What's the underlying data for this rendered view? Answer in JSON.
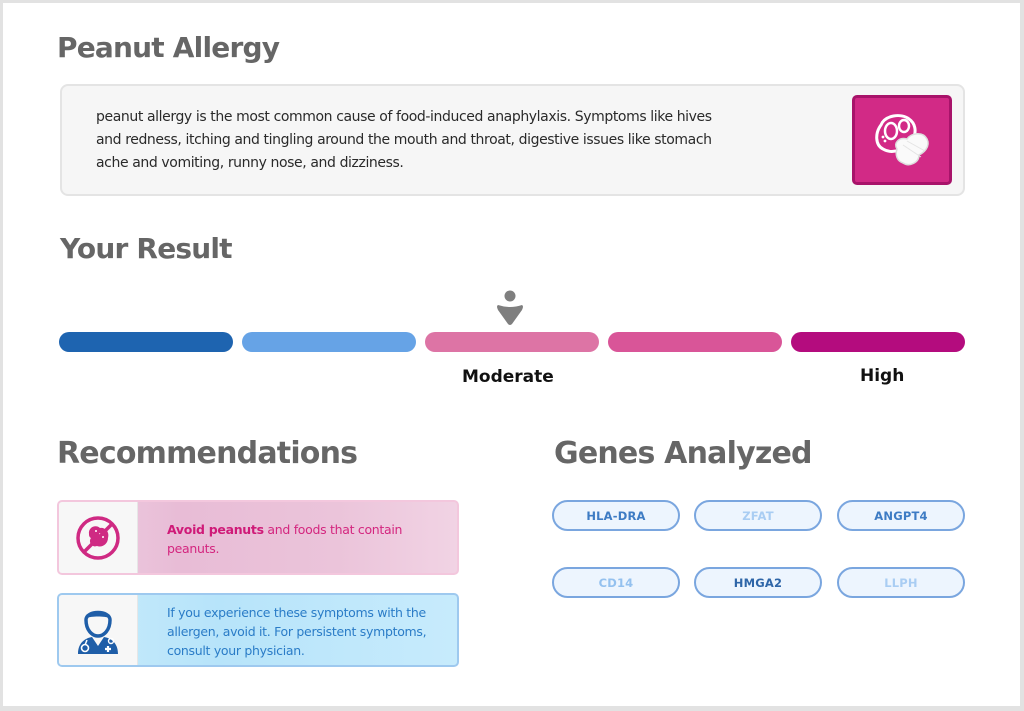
{
  "title": "Peanut Allergy",
  "description": "peanut allergy is the most common cause of food-induced anaphylaxis. Symptoms like hives and redness, itching and tingling around the mouth and throat, digestive issues like stomach ache and vomiting, runny nose, and dizziness.",
  "description_icon": "peanut-icon",
  "result": {
    "heading": "Your Result",
    "marker_icon": "person-marker-icon",
    "current_level": "Moderate",
    "segments": [
      {
        "color": "#1e64b0"
      },
      {
        "color": "#66a3e6"
      },
      {
        "color": "#dd74a5"
      },
      {
        "color": "#d95598"
      },
      {
        "color": "#b40c7e"
      }
    ],
    "labels": {
      "moderate": "Moderate",
      "high": "High"
    }
  },
  "recommendations": {
    "heading": "Recommendations",
    "items": [
      {
        "icon": "no-peanuts-icon",
        "bold": "Avoid peanuts",
        "text": " and foods that contain peanuts."
      },
      {
        "icon": "doctor-icon",
        "text": "If you experience these symptoms with the allergen, avoid it. For persistent symptoms, consult your physician."
      }
    ]
  },
  "genes": {
    "heading": "Genes Analyzed",
    "items": [
      {
        "name": "HLA-DRA",
        "color": "#3e7cc4"
      },
      {
        "name": "ZFAT",
        "color": "#a9cdf3"
      },
      {
        "name": "ANGPT4",
        "color": "#3e7cc4"
      },
      {
        "name": "CD14",
        "color": "#94c1ef"
      },
      {
        "name": "HMGA2",
        "color": "#2f66a8"
      },
      {
        "name": "LLPH",
        "color": "#a9cdf3"
      }
    ]
  }
}
